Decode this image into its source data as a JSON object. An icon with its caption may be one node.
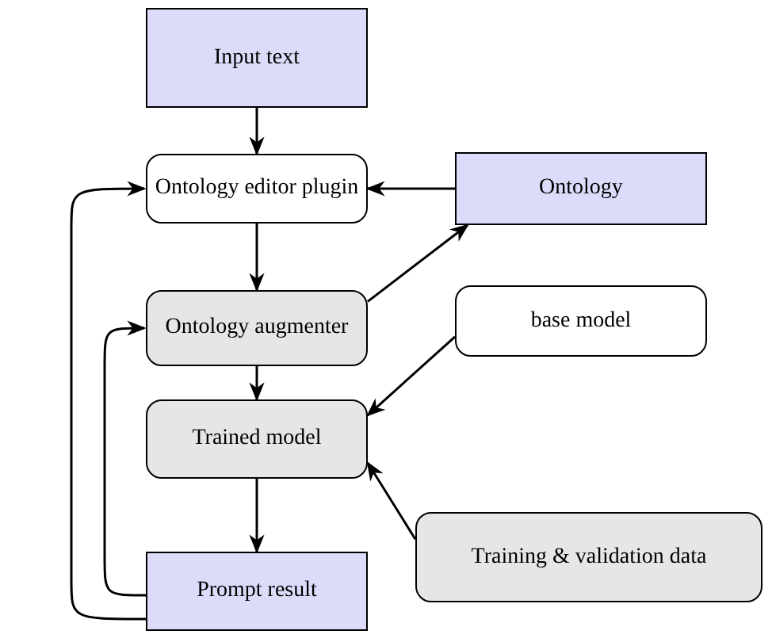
{
  "diagram": {
    "nodes": [
      {
        "text": [
          "Input text"
        ]
      },
      {
        "text": [
          "Ontology editor plugin"
        ]
      },
      {
        "text": [
          "Ontology"
        ]
      },
      {
        "text": [
          "Ontology augmenter"
        ]
      },
      {
        "text": [
          "base model"
        ]
      },
      {
        "text": [
          "Trained model"
        ]
      },
      {
        "text": [
          "Training & validation data"
        ]
      },
      {
        "text": [
          "Prompt result"
        ]
      }
    ],
    "edges": [
      {
        "from": 0,
        "to": 1,
        "arrow": "to"
      },
      {
        "from": 2,
        "to": 1,
        "arrow": "to"
      },
      {
        "from": 1,
        "to": 3,
        "arrow": "to"
      },
      {
        "from": 3,
        "to": 2,
        "arrow": "to"
      },
      {
        "from": 3,
        "to": 5,
        "arrow": "to"
      },
      {
        "from": 4,
        "to": 5,
        "arrow": "to"
      },
      {
        "from": 6,
        "to": 5,
        "arrow": "to"
      },
      {
        "from": 5,
        "to": 7,
        "arrow": "to"
      },
      {
        "from": 7,
        "to": 1,
        "arrow": "to"
      },
      {
        "from": 7,
        "to": 3,
        "arrow": "to"
      }
    ]
  }
}
